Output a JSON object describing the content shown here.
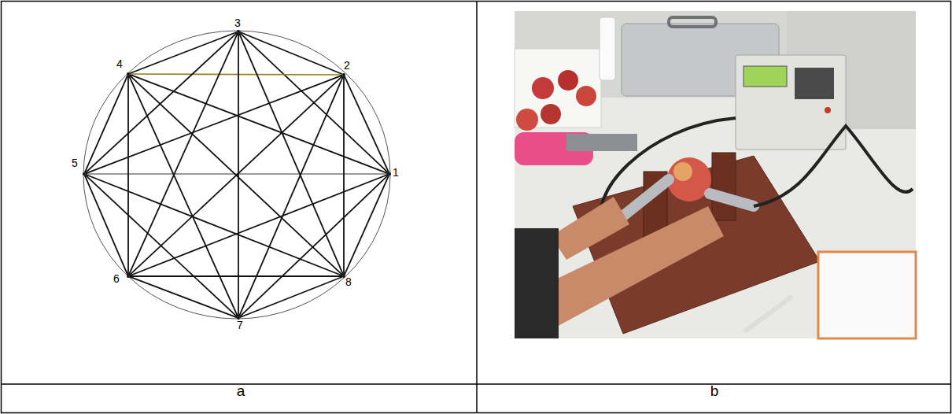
{
  "diagram": {
    "nodes": [
      {
        "text": [
          "1"
        ]
      },
      {
        "text": [
          "2"
        ]
      },
      {
        "text": [
          "3"
        ]
      },
      {
        "text": [
          "4"
        ]
      },
      {
        "text": [
          "5"
        ]
      },
      {
        "text": [
          "6"
        ]
      },
      {
        "text": [
          "7"
        ]
      },
      {
        "text": [
          "8"
        ]
      }
    ],
    "edges": [
      {
        "from": 0,
        "to": 1,
        "arrow": "none"
      },
      {
        "from": 0,
        "to": 2,
        "arrow": "none"
      },
      {
        "from": 0,
        "to": 3,
        "arrow": "none"
      },
      {
        "from": 0,
        "to": 4,
        "arrow": "none"
      },
      {
        "from": 0,
        "to": 5,
        "arrow": "none"
      },
      {
        "from": 0,
        "to": 6,
        "arrow": "none"
      },
      {
        "from": 0,
        "to": 7,
        "arrow": "none"
      },
      {
        "from": 1,
        "to": 2,
        "arrow": "none"
      },
      {
        "from": 1,
        "to": 3,
        "arrow": "none"
      },
      {
        "from": 1,
        "to": 4,
        "arrow": "none"
      },
      {
        "from": 1,
        "to": 5,
        "arrow": "none"
      },
      {
        "from": 1,
        "to": 6,
        "arrow": "none"
      },
      {
        "from": 1,
        "to": 7,
        "arrow": "none"
      },
      {
        "from": 2,
        "to": 3,
        "arrow": "none"
      },
      {
        "from": 2,
        "to": 4,
        "arrow": "none"
      },
      {
        "from": 2,
        "to": 5,
        "arrow": "none"
      },
      {
        "from": 2,
        "to": 6,
        "arrow": "none"
      },
      {
        "from": 2,
        "to": 7,
        "arrow": "none"
      },
      {
        "from": 3,
        "to": 4,
        "arrow": "none"
      },
      {
        "from": 3,
        "to": 5,
        "arrow": "none"
      },
      {
        "from": 3,
        "to": 6,
        "arrow": "none"
      },
      {
        "from": 3,
        "to": 7,
        "arrow": "none"
      },
      {
        "from": 4,
        "to": 5,
        "arrow": "none"
      },
      {
        "from": 4,
        "to": 6,
        "arrow": "none"
      },
      {
        "from": 4,
        "to": 7,
        "arrow": "none"
      },
      {
        "from": 5,
        "to": 6,
        "arrow": "none"
      },
      {
        "from": 5,
        "to": 7,
        "arrow": "none"
      },
      {
        "from": 6,
        "to": 7,
        "arrow": "none"
      }
    ],
    "labels": [
      "a",
      "b"
    ]
  }
}
